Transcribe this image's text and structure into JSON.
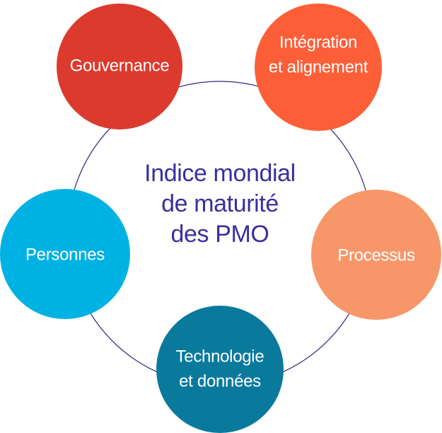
{
  "diagram": {
    "center": {
      "lines": [
        "Indice mondial",
        "de maturité",
        "des PMO"
      ],
      "color": "#3a2f9c"
    },
    "ring_color": "#2e2a7a",
    "nodes": [
      {
        "lines": [
          "Gouvernance"
        ],
        "color": "#db3a2d"
      },
      {
        "lines": [
          "Intégration",
          "et alignement"
        ],
        "color": "#fc5e37"
      },
      {
        "lines": [
          "Processus"
        ],
        "color": "#f79668"
      },
      {
        "lines": [
          "Technologie",
          "et données"
        ],
        "color": "#0a7a9c"
      },
      {
        "lines": [
          "Personnes"
        ],
        "color": "#00b2e3"
      }
    ]
  }
}
